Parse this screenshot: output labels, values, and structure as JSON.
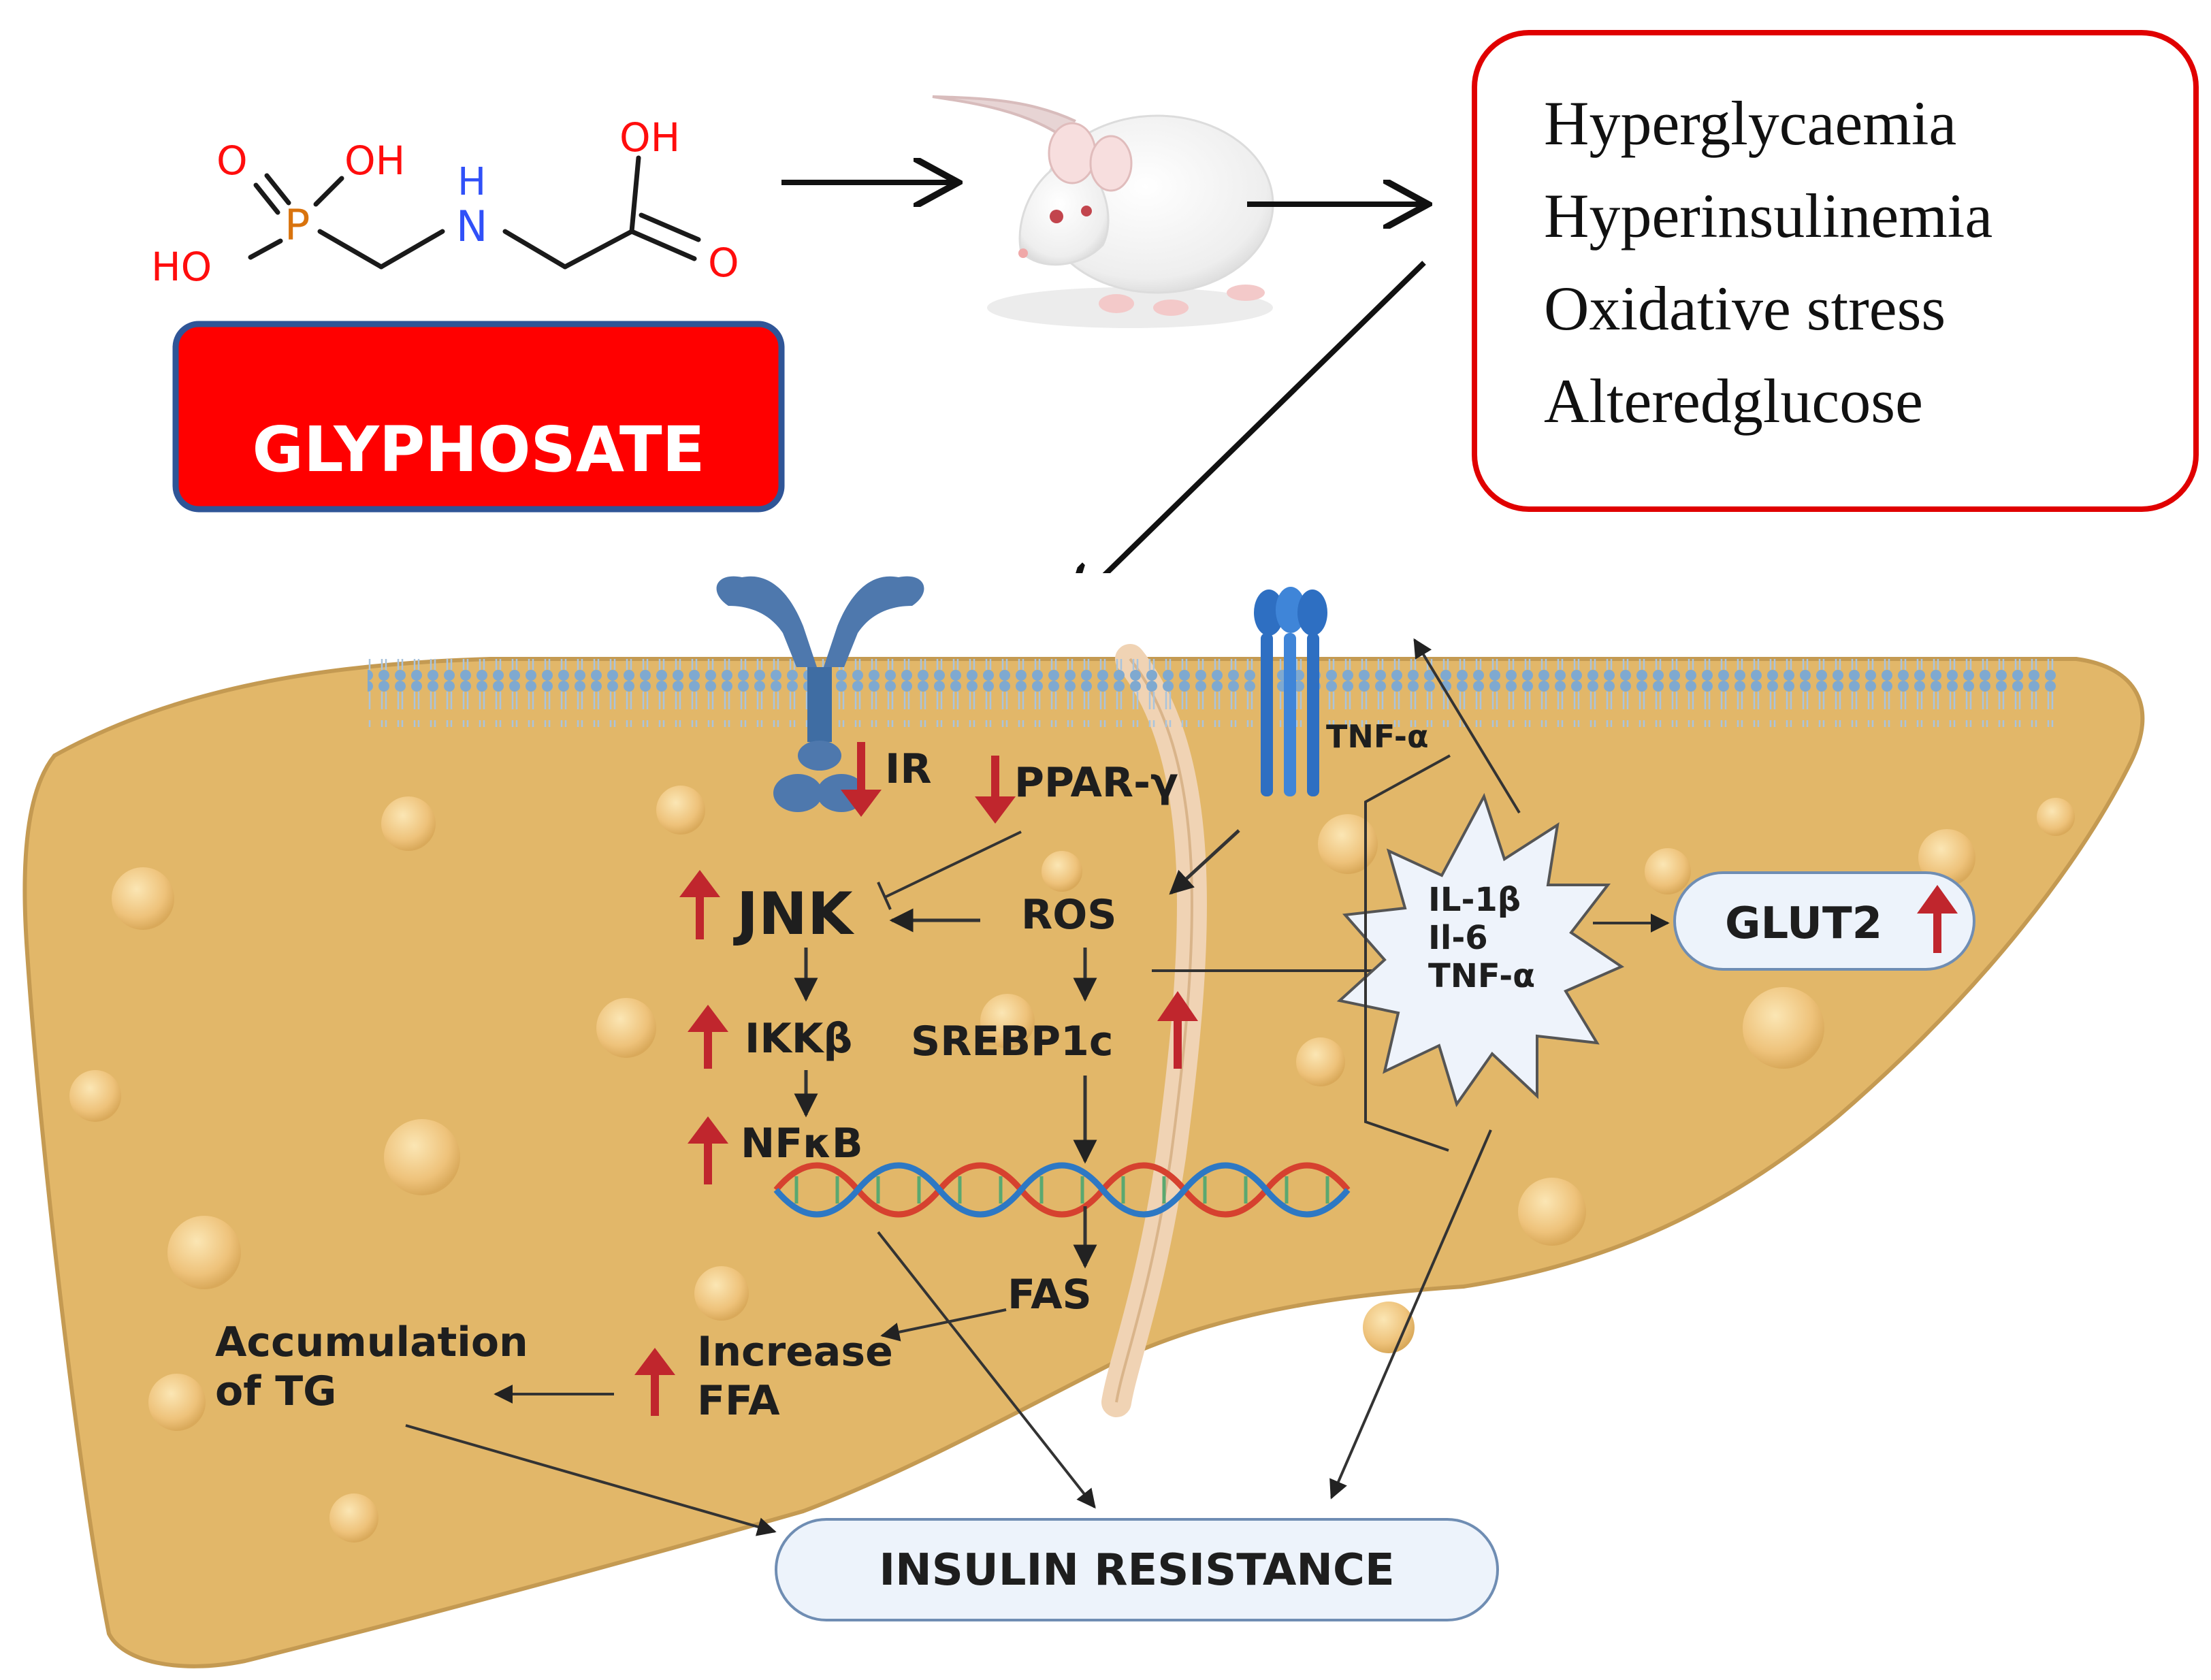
{
  "molecule": {
    "atoms": {
      "o_double": "O",
      "oh_p": "OH",
      "ho_p": "HO",
      "p": "P",
      "h": "H",
      "n": "N",
      "oh_acid": "OH",
      "o_acid": "O"
    },
    "colors": {
      "oxygen": "#ff0d0d",
      "phosphorus": "#d9730d",
      "nitrogen": "#3050f8",
      "bond": "#1a1a1a"
    }
  },
  "compound_label": {
    "text": "GLYPHOSATE",
    "fill": "#ff0000",
    "border": "#2f5597"
  },
  "effects_box": {
    "lines": [
      "Hyperglycaemia",
      "Hyperinsulinemia",
      "Oxidative stress",
      "Alteredglucose"
    ],
    "border": "#e00000"
  },
  "liver": {
    "colors": {
      "parenchyma": "#e2b769",
      "membrane": "#7fa9d0",
      "arrow_up": "#c0262d",
      "arrow_down": "#c0262d",
      "glut_fill": "#edf3fb"
    },
    "labels": {
      "ir": "IR",
      "ppar": "PPAR-γ",
      "tnf_receptor": "TNF-α",
      "jnk": "JNK",
      "ros": "ROS",
      "ikk": "IKKβ",
      "srebp": "SREBP1c",
      "nfkb": "NFκB",
      "cytokines": [
        "IL-1β",
        "Il-6",
        "TNF-α"
      ],
      "glut2": "GLUT2",
      "fas": "FAS",
      "ffa": [
        "Increase",
        "FFA"
      ],
      "tg": [
        "Accumulation",
        "of TG"
      ],
      "insulin_resistance": "INSULIN RESISTANCE"
    }
  }
}
